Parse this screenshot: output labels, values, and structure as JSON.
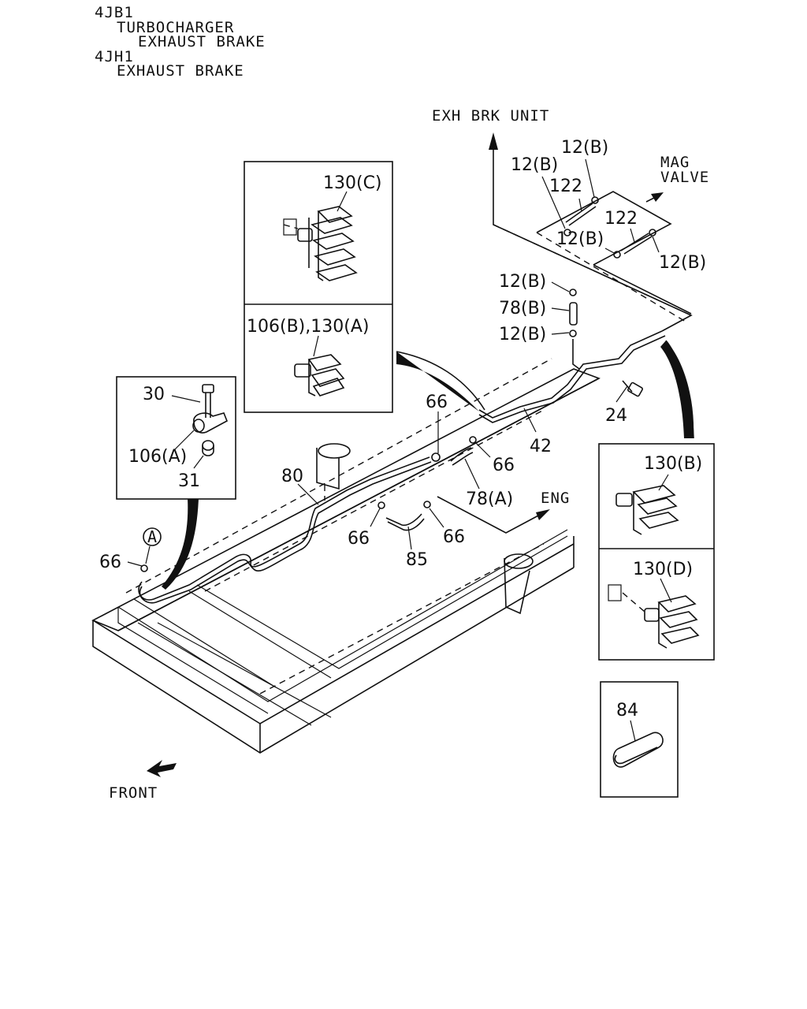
{
  "header": {
    "line1": "4JB1",
    "line2": "TURBOCHARGER",
    "line3": "EXHAUST BRAKE",
    "line4": "4JH1",
    "line5": "EXHAUST BRAKE"
  },
  "directions": {
    "exh_brk_unit": "EXH BRK UNIT",
    "mag": "MAG",
    "valve": "VALVE",
    "eng": "ENG",
    "front": "FRONT"
  },
  "callouts": {
    "c12b_top": "12(B)",
    "c12b_left": "12(B)",
    "c122_a": "122",
    "c122_b": "122",
    "c12b_mid": "12(B)",
    "c12b_right": "12(B)",
    "c12b_v1": "12(B)",
    "c78b": "78(B)",
    "c12b_v2": "12(B)",
    "c24": "24",
    "c42": "42",
    "c66_a": "66",
    "c66_b": "66",
    "c78a": "78(A)",
    "c80": "80",
    "c66_c": "66",
    "c85": "85",
    "c66_d": "66",
    "c66_e": "66",
    "circle_a": "A"
  },
  "insets": {
    "inset_130c": "130(C)",
    "inset_106b_130a": "106(B),130(A)",
    "inset_clip_30": "30",
    "inset_clip_106a": "106(A)",
    "inset_clip_31": "31",
    "inset_130b": "130(B)",
    "inset_130d": "130(D)",
    "inset_84": "84"
  }
}
